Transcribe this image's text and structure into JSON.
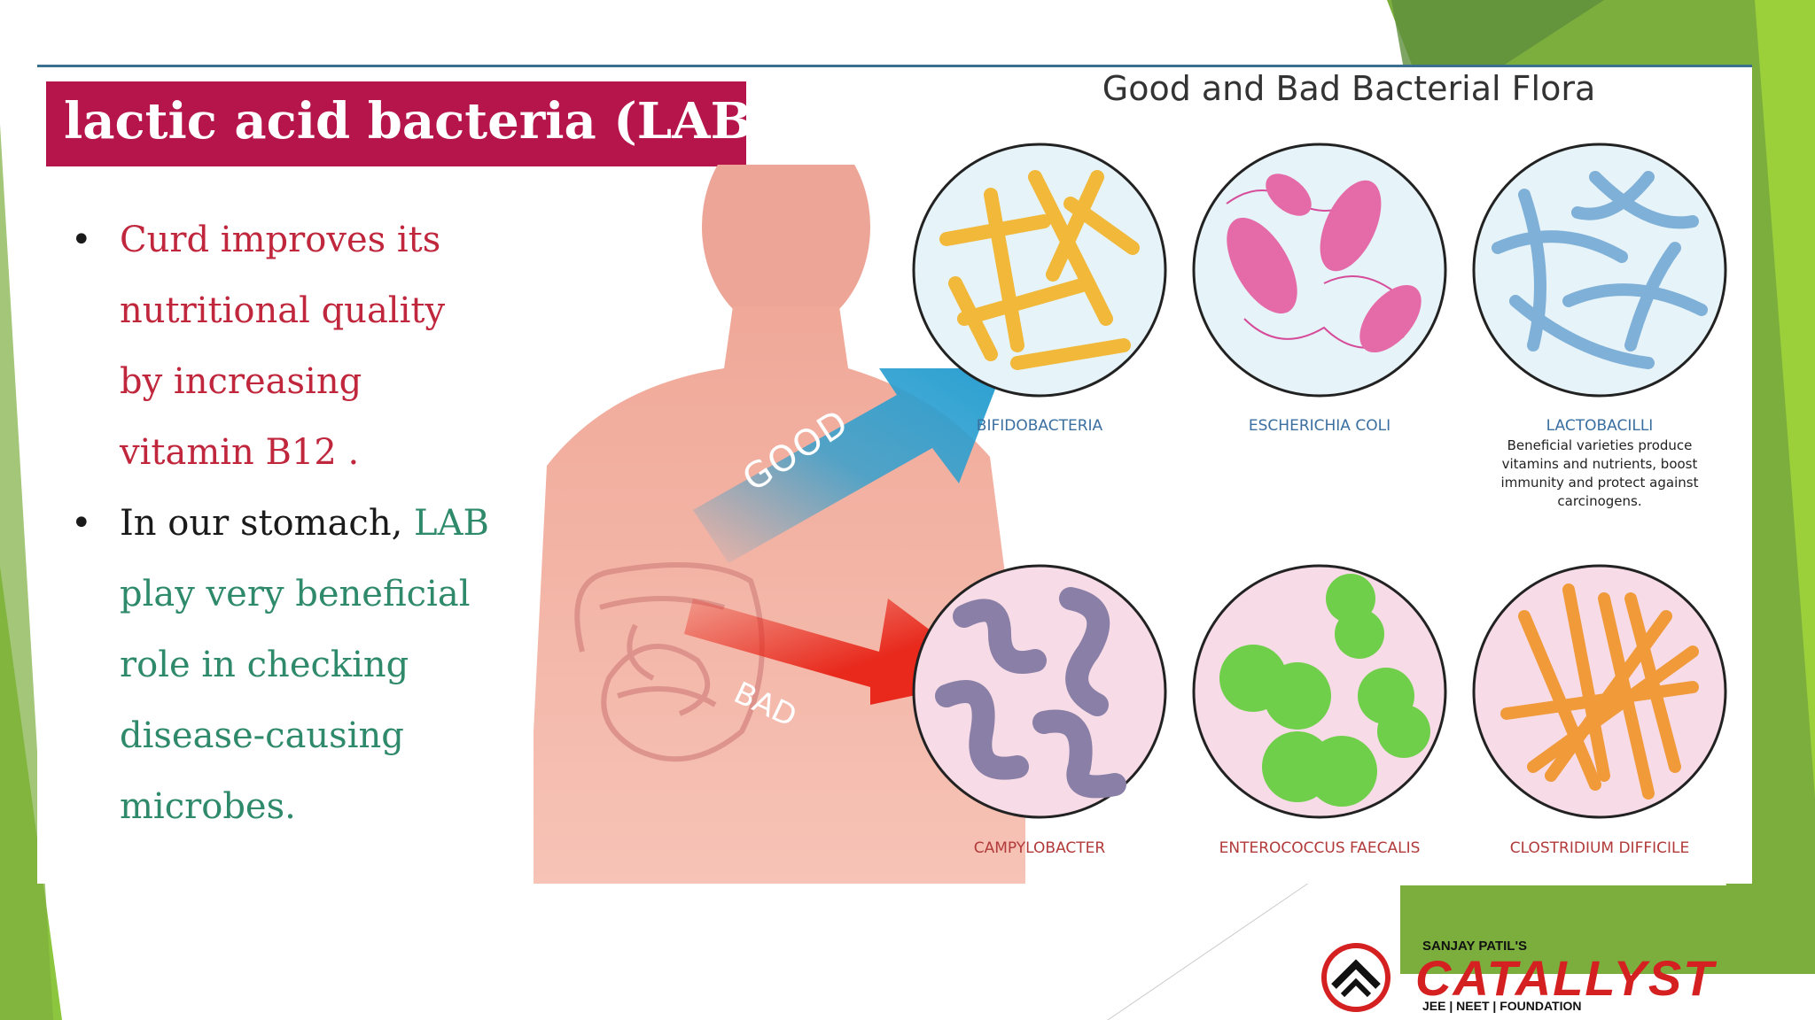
{
  "slide": {
    "title": "lactic acid bacteria (LAB)",
    "bullets": [
      {
        "lines": [
          "Curd improves its",
          "nutritional quality",
          "by increasing",
          "vitamin B12 ."
        ]
      },
      {
        "lines": [
          "In our stomach,",
          "LAB",
          "play very beneficial",
          "role in checking",
          "disease-causing",
          "microbes."
        ]
      }
    ]
  },
  "figure": {
    "title": "Good and Bad Bacterial Flora",
    "good_arrow_label": "GOOD",
    "bad_arrow_label": "BAD",
    "good": [
      {
        "name": "BIFIDOBACTERIA",
        "icon": "yellow-rod-bacteria-icon"
      },
      {
        "name": "ESCHERICHIA COLI",
        "icon": "pink-flagellated-bacteria-icon"
      },
      {
        "name": "LACTOBACILLI",
        "icon": "blue-rod-bacteria-icon",
        "description": "Beneficial varieties produce vitamins and nutrients, boost immunity and protect against carcinogens."
      }
    ],
    "bad": [
      {
        "name": "CAMPYLOBACTER",
        "icon": "purple-spiral-bacteria-icon"
      },
      {
        "name": "ENTEROCOCCUS FAECALIS",
        "icon": "green-coccus-bacteria-icon"
      },
      {
        "name": "CLOSTRIDIUM DIFFICILE",
        "icon": "orange-rod-bacteria-icon"
      }
    ],
    "colors": {
      "good_arrow": "#2a9fd0",
      "bad_arrow": "#e8291c",
      "good_bg": "#e6f3f8",
      "bad_bg": "#f7dbe6"
    }
  },
  "branding": {
    "top_line": "SANJAY PATIL'S",
    "name": "CATALLYST",
    "tagline": "JEE | NEET | FOUNDATION"
  },
  "theme": {
    "accent_green": "#8bc34a",
    "title_bg": "#b5154b"
  }
}
